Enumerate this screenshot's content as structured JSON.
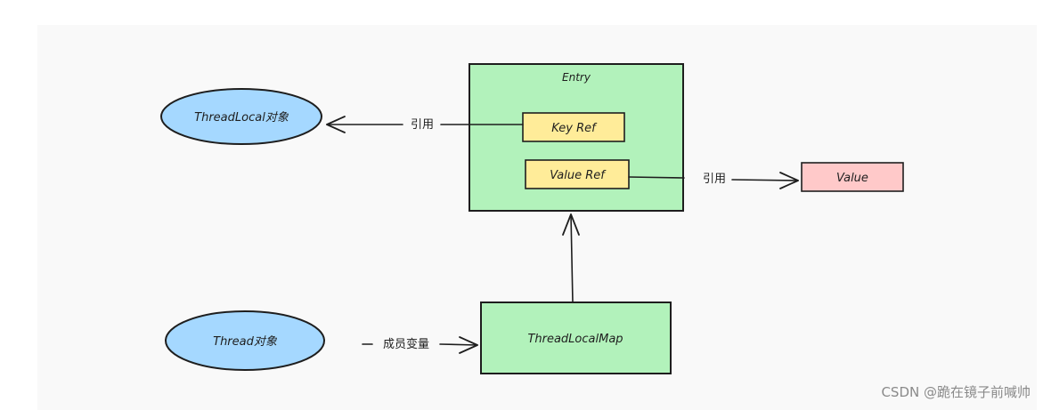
{
  "nodes": {
    "threadlocal_object": {
      "label": "ThreadLocal对象",
      "fill": "#a5d8ff"
    },
    "thread_object": {
      "label": "Thread对象",
      "fill": "#a5d8ff"
    },
    "entry": {
      "label": "Entry",
      "fill": "#b2f2bb"
    },
    "key_ref": {
      "label": "Key Ref",
      "fill": "#ffec99"
    },
    "value_ref": {
      "label": "Value Ref",
      "fill": "#ffec99"
    },
    "value": {
      "label": "Value",
      "fill": "#ffc9c9"
    },
    "threadlocal_map": {
      "label": "ThreadLocalMap",
      "fill": "#b2f2bb"
    }
  },
  "edges": {
    "key_ref_to_threadlocal": {
      "label": "引用"
    },
    "value_ref_to_value": {
      "label": "引用"
    },
    "thread_to_map": {
      "label": "成员变量"
    }
  },
  "stroke_color": "#1e1e1e",
  "watermark": "CSDN @跪在镜子前喊帅"
}
